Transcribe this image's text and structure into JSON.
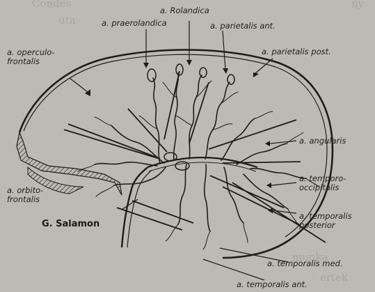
{
  "labels": {
    "rolandica": "a. Rolandica",
    "praerolandica": "a. praerolandica",
    "parietalis_ant": "a. parietalis ant.",
    "operculo_frontalis": "a. operculo-\nfrontalis",
    "parietalis_post": "a. parietalis post.",
    "angularis": "a. angularis",
    "temporo_occipitalis": "a. temporo-\noccipitalis",
    "orbito_frontalis": "a. orbito-\nfrontalis",
    "temporalis_posterior": "a. temporalis\nposterior",
    "temporalis_med": "a. temporalis med.",
    "temporalis_ant": "a. temporalis ant."
  },
  "signature": "G. Salamon",
  "background_text": {
    "top_left": "Condes",
    "top_right": "ny",
    "line_2": "uta",
    "bottom_1": "munka",
    "bottom_2": "ertek"
  }
}
